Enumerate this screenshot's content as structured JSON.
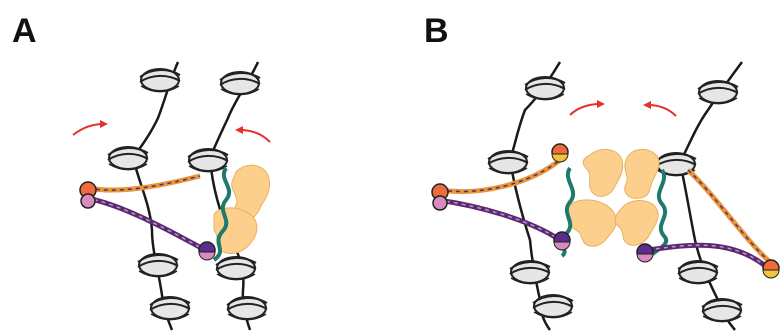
{
  "panels": [
    {
      "label": "A"
    },
    {
      "label": "B"
    }
  ],
  "colors": {
    "dna": "#1a1a1a",
    "histone_fill": "#e6e6e6",
    "histone_stroke": "#222222",
    "arrow": "#e63030",
    "protein": "#fdcf8c",
    "tail_green": "#1f7a6e",
    "strand_orange": "#e8963a",
    "strand_purple": "#5a2a6e",
    "ball_orange": "#ef6b3b",
    "ball_pink": "#d98bc0",
    "ball_purple": "#5b2d8e",
    "ball_yellow": "#f3c43a"
  },
  "icons": [
    "nucleosome",
    "curved-arrow",
    "protein-blob",
    "histone-tail",
    "modification-ball"
  ]
}
